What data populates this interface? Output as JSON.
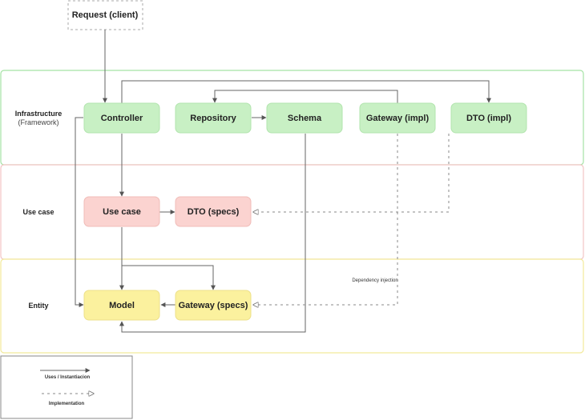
{
  "colors": {
    "infra_border": "#a5e3a5",
    "usecase_border": "#f2c4c4",
    "entity_border": "#f2ea9a",
    "green_fill": "#c8f0c4",
    "red_fill": "#fbd3d0",
    "yellow_fill": "#fbf19e",
    "line": "#555555"
  },
  "client": {
    "label": "Request (client)"
  },
  "layers": {
    "infrastructure": {
      "label": "Infrastructure",
      "sublabel": "(Framework)"
    },
    "usecase": {
      "label": "Use case"
    },
    "entity": {
      "label": "Entity"
    }
  },
  "nodes": {
    "controller": "Controller",
    "repository": "Repository",
    "schema": "Schema",
    "gateway_impl": "Gateway (impl)",
    "dto_impl": "DTO (impl)",
    "use_case": "Use case",
    "dto_specs": "DTO (specs)",
    "model": "Model",
    "gateway_specs": "Gateway (specs)"
  },
  "annotations": {
    "dependency_injection": "Dependency injection"
  },
  "legend": {
    "uses": "Uses / Instantiacion",
    "implementation": "Implementation"
  }
}
